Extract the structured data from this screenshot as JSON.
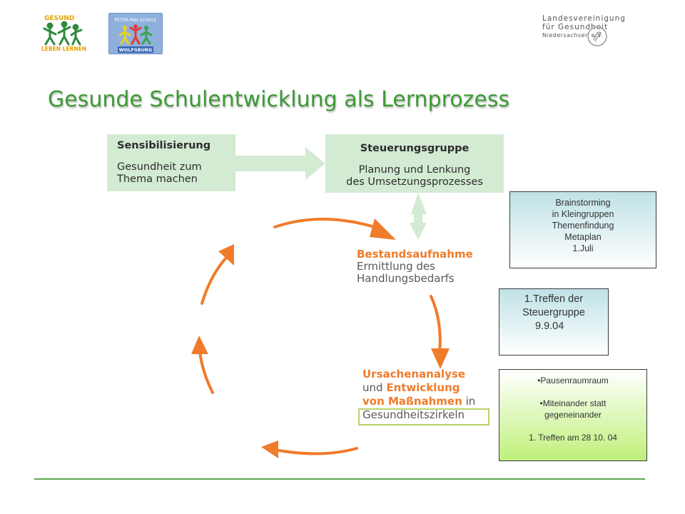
{
  "title": "Gesunde Schulentwicklung als Lernprozess",
  "logo_left": {
    "top": "GESUND",
    "bottom": "LEBEN LERNEN"
  },
  "logo_mid": {
    "top": "PETER-PAN-SCHULE",
    "bottom": "WOLFSBURG"
  },
  "lvg": {
    "line1": "Landesvereinigung",
    "line2": "für Gesundheit",
    "line3": "Niedersachsen e.V."
  },
  "sensibilisierung": {
    "title": "Sensibilisierung",
    "line1": "Gesundheit zum",
    "line2": "Thema machen"
  },
  "steuerungsgruppe": {
    "title": "Steuerungsgruppe",
    "line1": "Planung und Lenkung",
    "line2": "des Umsetzungsprozesses"
  },
  "bestandsaufnahme": {
    "title": "Bestandsaufnahme",
    "line1": "Ermittlung des",
    "line2": "Handlungsbedarfs"
  },
  "ursachenanalyse": {
    "w1": "Ursachenanalyse",
    "w2": "und",
    "w3": "Entwicklung",
    "w4": "von Maßnahmen",
    "w5": "in",
    "w6": "Gesundheitszirkeln"
  },
  "note1": [
    "Brainstorming",
    "in Kleingruppen",
    "Themenfindung",
    "Metaplan",
    "1.Juli"
  ],
  "note2": [
    "1.Treffen der",
    "Steuergruppe",
    "9.9.04"
  ],
  "note3": {
    "bullet1": "Pausenraumraum",
    "bullet2a": "Miteinander  statt",
    "bullet2b": "gegeneinander",
    "footer": "1. Treffen am 28 10. 04"
  },
  "colors": {
    "title_green": "#3c9a35",
    "box_green": "#d3ead3",
    "orange": "#f07b2a"
  }
}
